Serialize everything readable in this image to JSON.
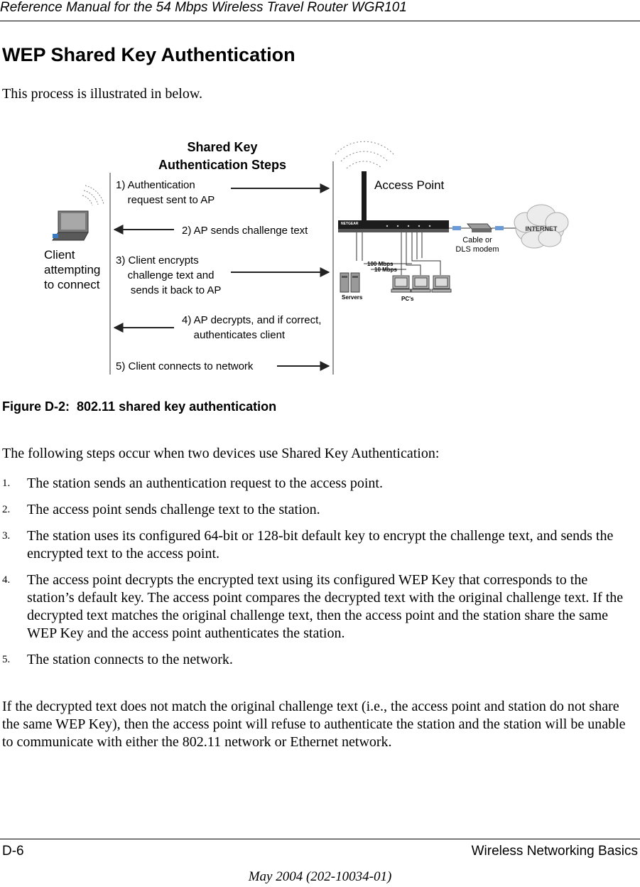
{
  "header": {
    "title": "Reference Manual for the 54 Mbps Wireless Travel Router WGR101"
  },
  "section": {
    "title": "WEP Shared Key Authentication",
    "intro": "This process is illustrated in below."
  },
  "figure": {
    "title_line1": "Shared Key",
    "title_line2": "Authentication Steps",
    "client_label": [
      "Client",
      "attempting",
      "to connect"
    ],
    "access_point_label": "Access Point",
    "steps": [
      {
        "lines": [
          "1) Authentication",
          "    request sent to AP"
        ],
        "direction": "to-ap"
      },
      {
        "lines": [
          "2) AP sends challenge text"
        ],
        "direction": "to-client"
      },
      {
        "lines": [
          "3) Client encrypts",
          "    challenge text and",
          "     sends it back to AP"
        ],
        "direction": "to-ap"
      },
      {
        "lines": [
          "4) AP decrypts, and if correct,",
          "    authenticates client"
        ],
        "direction": "to-client"
      },
      {
        "lines": [
          "5) Client connects to network"
        ],
        "direction": "to-ap"
      }
    ],
    "router_brand": "NETGEAR",
    "speed_high": "100 Mbps",
    "speed_low": "10 Mbps",
    "servers_label": "Servers",
    "pcs_label": "PC's",
    "modem_label": [
      "Cable or",
      "DLS modem"
    ],
    "internet_label": "INTERNET",
    "caption": "Figure D-2:  802.11 shared key authentication"
  },
  "body": {
    "steps_lead": "The following steps occur when two devices use Shared Key Authentication:",
    "steps": [
      {
        "num": "1.",
        "text": "The station sends an authentication request to the access point."
      },
      {
        "num": "2.",
        "text": "The access point sends challenge text to the station."
      },
      {
        "num": "3.",
        "text": "The station uses its configured 64-bit or 128-bit default key to encrypt the challenge text, and sends the encrypted text to the access point."
      },
      {
        "num": "4.",
        "text": "The access point decrypts the encrypted text using its configured WEP Key that corresponds to the station’s default key. The access point compares the decrypted text with the original challenge text. If the decrypted text matches the original challenge text, then the access point and the station share the same WEP Key and the access point authenticates the station."
      },
      {
        "num": "5.",
        "text": "The station connects to the network."
      }
    ],
    "closing": "If the decrypted text does not match the original challenge text (i.e., the access point and station do not share the same WEP Key), then the access point will refuse to authenticate the station and the station will be unable to communicate with either the 802.11 network or Ethernet network."
  },
  "footer": {
    "left": "D-6",
    "right": "Wireless Networking Basics",
    "date": "May 2004 (202-10034-01)"
  }
}
